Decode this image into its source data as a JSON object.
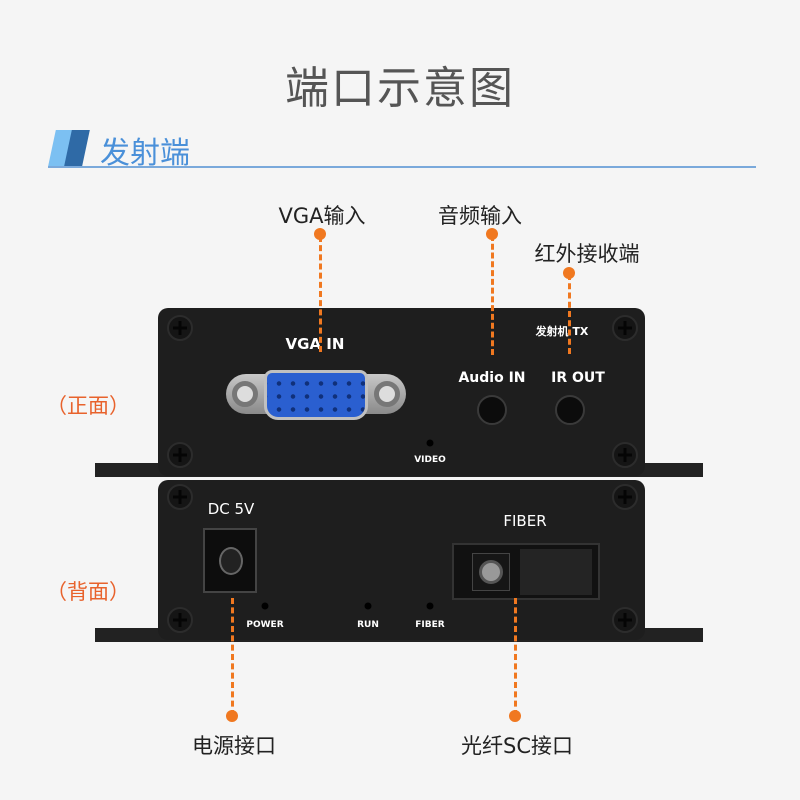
{
  "title": "端口示意图",
  "section": "发射端",
  "callouts": {
    "vga": "VGA输入",
    "audio": "音频输入",
    "ir": "红外接收端",
    "power": "电源接口",
    "fiber": "光纤SC接口"
  },
  "sides": {
    "front": "（正面）",
    "back": "（背面）"
  },
  "front_panel": {
    "vga": "VGA IN",
    "audio": "Audio IN",
    "ir": "IR OUT",
    "model": "发射机 TX",
    "video_led": "VIDEO"
  },
  "back_panel": {
    "dc": "DC 5V",
    "fiber": "FIBER",
    "power_led": "POWER",
    "run_led": "RUN",
    "fiber_led": "FIBER"
  },
  "colors": {
    "accent": "#f07820",
    "section": "#4a90d9"
  }
}
